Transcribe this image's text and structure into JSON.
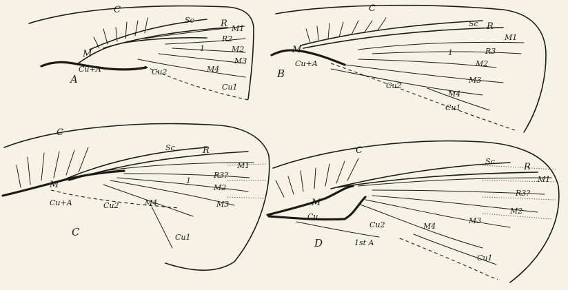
{
  "panels": {
    "A": {
      "panel_label": "A",
      "labels": {
        "C": "C",
        "Sc": "Sc",
        "R": "R",
        "M1": "M1",
        "R2": "R2",
        "M2": "M2",
        "M3": "M3",
        "M4": "M4",
        "M": "M",
        "CuA": "Cu+A",
        "Cu2": "Cu2",
        "Cu1": "Cu1",
        "one": "1"
      }
    },
    "B": {
      "panel_label": "B",
      "labels": {
        "C": "C",
        "Sc": "Sc",
        "R": "R",
        "M1": "M1",
        "R3": "R3",
        "M2": "M2",
        "M3": "M3",
        "M4": "M4",
        "M": "M",
        "CuA": "Cu+A",
        "Cu2": "Cu2",
        "Cu1": "Cu1",
        "one": "1"
      }
    },
    "C": {
      "panel_label": "C",
      "labels": {
        "C": "C",
        "Sc": "Sc",
        "R": "R",
        "M1": "M1",
        "R3": "R3?",
        "M2": "M2",
        "M3": "M3",
        "M4": "M4",
        "M": "M",
        "CuA": "Cu+A",
        "Cu2": "Cu2",
        "Cu1": "Cu1",
        "one": "1"
      }
    },
    "D": {
      "panel_label": "D",
      "labels": {
        "C": "C",
        "Sc": "Sc",
        "R": "R",
        "M1": "M1",
        "R3": "R3?",
        "M2": "M2",
        "M3": "M3",
        "M4": "M4",
        "M": "M",
        "Cu": "Cu",
        "Cu2": "Cu2",
        "Cu1": "Cu1",
        "A1": "1st A"
      }
    }
  }
}
